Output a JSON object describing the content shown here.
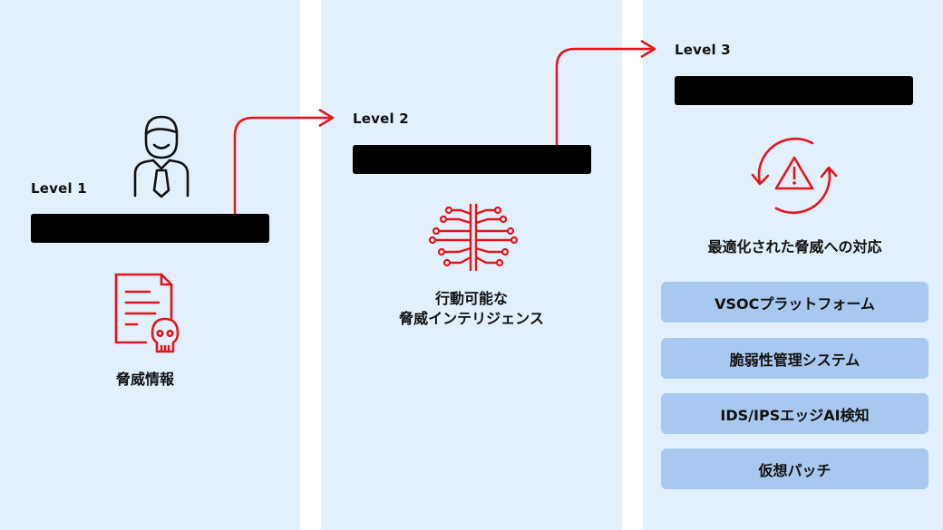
{
  "colors": {
    "background": "#e2f0fb",
    "accent": "#e3141b",
    "tag": "#a8c8ef",
    "redaction": "#000000"
  },
  "level1": {
    "label": "Level 1",
    "caption": "脅威情報",
    "icons": [
      "person-icon",
      "threat-document-icon"
    ]
  },
  "level2": {
    "label": "Level 2",
    "caption_line1": "行動可能な",
    "caption_line2": "脅威インテリジェンス",
    "icons": [
      "neural-network-icon"
    ]
  },
  "level3": {
    "label": "Level 3",
    "caption": "最適化された脅威への対応",
    "icons": [
      "alert-cycle-icon"
    ],
    "items": [
      "VSOCプラットフォーム",
      "脆弱性管理システム",
      "IDS/IPSエッジAI検知",
      "仮想パッチ"
    ]
  }
}
